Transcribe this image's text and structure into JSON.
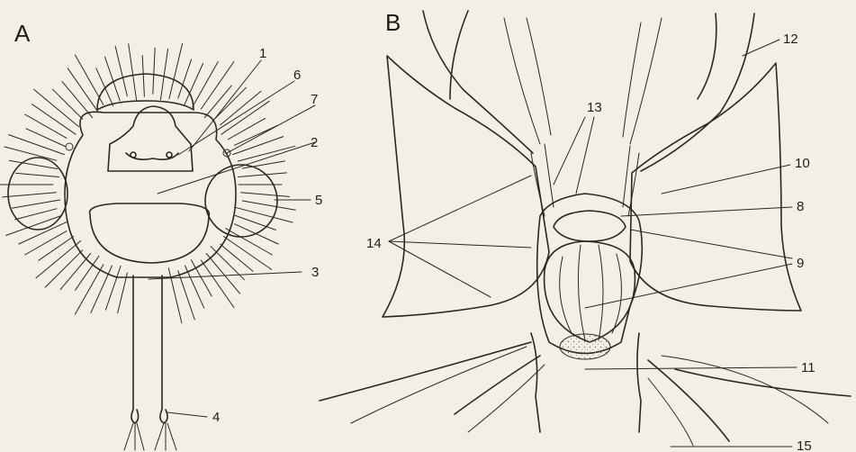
{
  "panels": [
    {
      "id": "A",
      "label": "A"
    },
    {
      "id": "B",
      "label": "B"
    }
  ],
  "labels": {
    "l1": "1",
    "l2": "2",
    "l3": "3",
    "l4": "4",
    "l5": "5",
    "l6": "6",
    "l7": "7",
    "l8": "8",
    "l9": "9",
    "l10": "10",
    "l11": "11",
    "l12": "12",
    "l13": "13",
    "l14": "14",
    "l15": "15"
  },
  "colors": {
    "ink": "#2a2824",
    "paper": "#f3efe6",
    "stipple": "#6d675c"
  }
}
